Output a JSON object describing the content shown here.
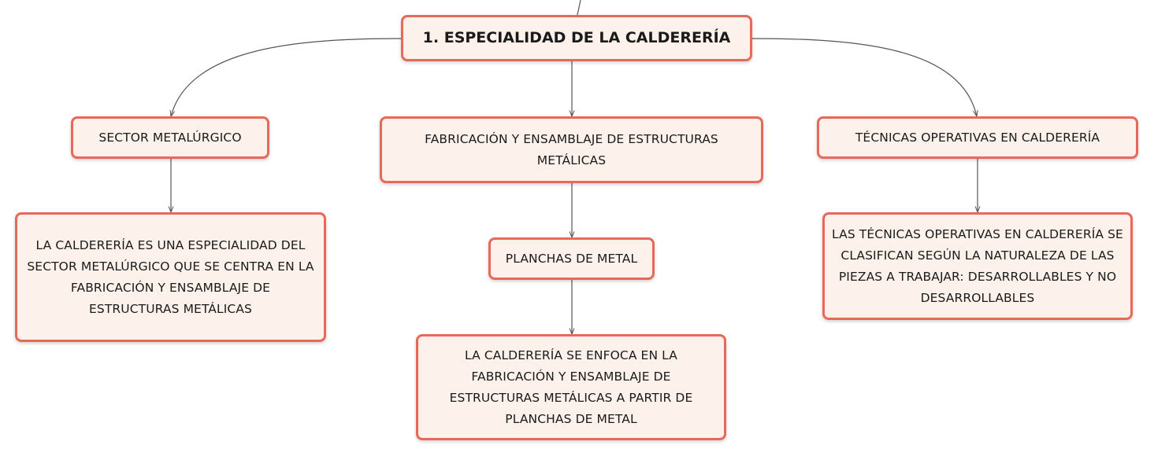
{
  "diagram": {
    "root": {
      "label": "1. ESPECIALIDAD DE LA CALDERERÍA"
    },
    "branches": [
      {
        "label": "SECTOR METALÚRGICO",
        "children": [
          {
            "label": "LA CALDERERÍA ES UNA ESPECIALIDAD DEL SECTOR METALÚRGICO QUE SE CENTRA EN LA FABRICACIÓN Y ENSAMBLAJE DE ESTRUCTURAS METÁLICAS"
          }
        ]
      },
      {
        "label": "FABRICACIÓN Y ENSAMBLAJE DE ESTRUCTURAS METÁLICAS",
        "children": [
          {
            "label": "PLANCHAS DE METAL",
            "children": [
              {
                "label": "LA CALDERERÍA SE ENFOCA EN LA FABRICACIÓN Y ENSAMBLAJE DE ESTRUCTURAS METÁLICAS A PARTIR DE PLANCHAS DE METAL"
              }
            ]
          }
        ]
      },
      {
        "label": "TÉCNICAS OPERATIVAS EN CALDERERÍA",
        "children": [
          {
            "label": "LAS TÉCNICAS OPERATIVAS EN CALDERERÍA SE CLASIFICAN SEGÚN LA NATURALEZA DE LAS PIEZAS A TRABAJAR: DESARROLLABLES Y NO DESARROLLABLES"
          }
        ]
      }
    ]
  },
  "colors": {
    "node_border": "#e8695a",
    "node_fill": "#fdf1ec",
    "connector": "#555555",
    "text": "#1a1a1a"
  }
}
